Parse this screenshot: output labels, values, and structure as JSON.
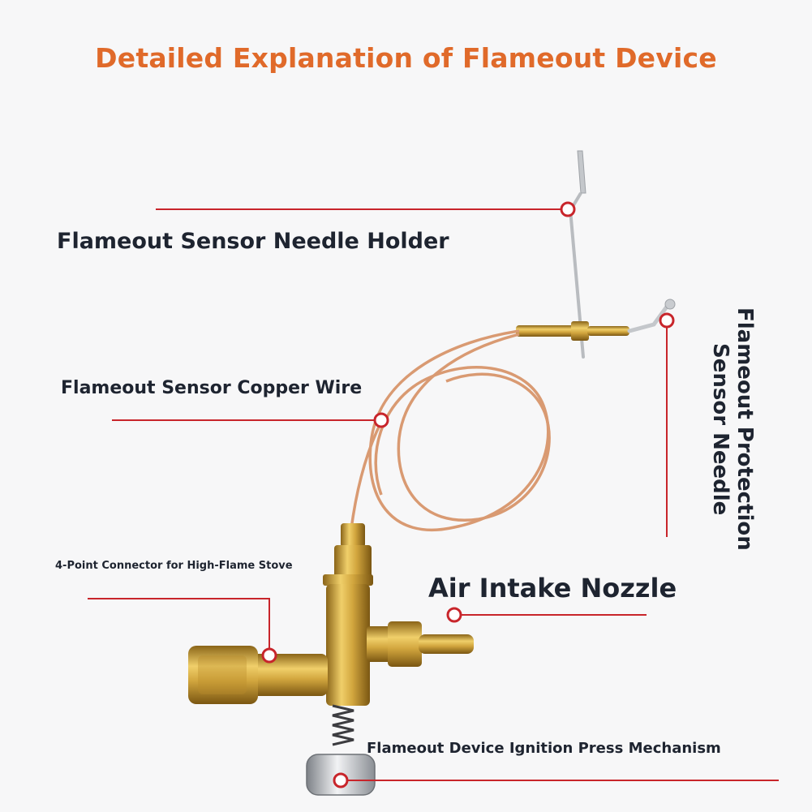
{
  "title": "Detailed Explanation of Flameout Device",
  "labels": {
    "needle_holder": "Flameout Sensor Needle Holder",
    "copper_wire": "Flameout Sensor Copper Wire",
    "connector": "4-Point Connector for High-Flame Stove",
    "air_intake": "Air Intake Nozzle",
    "press_mechanism": "Flameout Device Ignition Press Mechanism",
    "protection_needle_line1": "Flameout Protection",
    "protection_needle_line2": "Sensor Needle"
  },
  "colors": {
    "title": "#e06a2a",
    "label": "#1e2430",
    "leader": "#c8252b",
    "brass": "#c9a23a",
    "copper": "#d99a72",
    "steel": "#b9bcc0"
  }
}
